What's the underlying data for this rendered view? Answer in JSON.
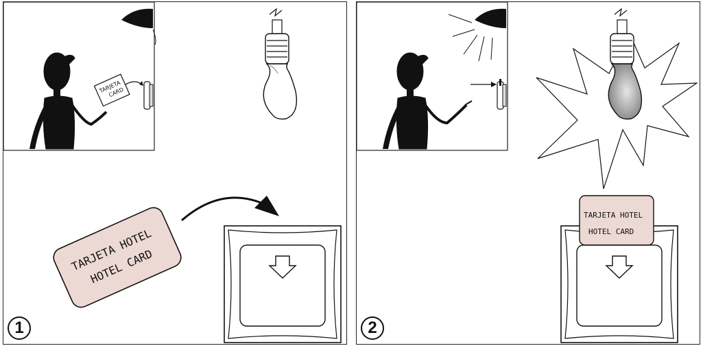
{
  "colors": {
    "card_fill": "#ecd9d4",
    "line": "#111111",
    "bulb_glow": "#9a9a9a"
  },
  "panels": [
    {
      "step": "1",
      "card_line1": "TARJETA HOTEL",
      "card_line2": "HOTEL CARD",
      "small_card_line1": "TARJETA",
      "small_card_line2": "CARD"
    },
    {
      "step": "2",
      "card_line1": "TARJETA HOTEL",
      "card_line2": "HOTEL CARD"
    }
  ],
  "icons": [
    "person-silhouette",
    "wall-lamp",
    "light-bulb",
    "card-switch",
    "curved-arrow",
    "down-arrow"
  ]
}
